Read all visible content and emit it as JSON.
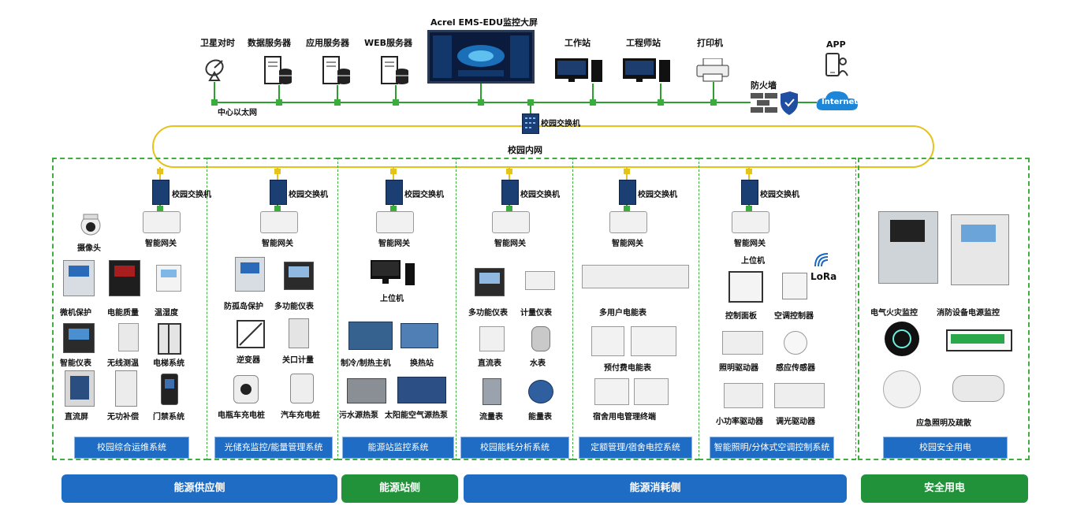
{
  "top": {
    "screen_title": "Acrel EMS-EDU监控大屏",
    "satellite_label": "卫星对时",
    "data_server_label": "数据服务器",
    "app_server_label": "应用服务器",
    "web_server_label": "WEB服务器",
    "workstation_label": "工作站",
    "engineer_station_label": "工程师站",
    "printer_label": "打印机",
    "firewall_label": "防火墙",
    "app_label": "APP",
    "internet_label": "Internet",
    "ethernet_label": "中心以太网",
    "core_switch_label": "校园交换机",
    "intranet_label": "校园内网"
  },
  "columns": [
    {
      "switch_label": "校园交换机",
      "gateway_label": "智能网关",
      "camera_label": "摄像头",
      "items": [
        "微机保护",
        "电能质量",
        "温湿度",
        "智能仪表",
        "无线测温",
        "电梯系统",
        "直流屏",
        "无功补偿",
        "门禁系统"
      ],
      "system_label": "校园综合运维系统"
    },
    {
      "switch_label": "校园交换机",
      "gateway_label": "智能网关",
      "items": [
        "防孤岛保护",
        "多功能仪表",
        "逆变器",
        "关口计量",
        "电瓶车充电桩",
        "汽车充电桩"
      ],
      "system_label": "光储充监控/能量管理系统"
    },
    {
      "switch_label": "校园交换机",
      "gateway_label": "智能网关",
      "items": [
        "上位机",
        "制冷/制热主机",
        "换热站",
        "污水源热泵",
        "太阳能空气源热泵"
      ],
      "system_label": "能源站监控系统"
    },
    {
      "switch_label": "校园交换机",
      "gateway_label": "智能网关",
      "items": [
        "多功能仪表",
        "计量仪表",
        "直流表",
        "水表",
        "流量表",
        "能量表"
      ],
      "system_label": "校园能耗分析系统"
    },
    {
      "switch_label": "校园交换机",
      "gateway_label": "智能网关",
      "items": [
        "多用户电能表",
        "预付费电能表",
        "宿舍用电管理终端"
      ],
      "system_label": "定额管理/宿舍电控系统"
    },
    {
      "switch_label": "校园交换机",
      "gateway_label": "智能网关",
      "upper_label": "上位机",
      "lora_label": "LoRa",
      "items": [
        "控制面板",
        "空调控制器",
        "照明驱动器",
        "感应传感器",
        "小功率驱动器",
        "调光驱动器"
      ],
      "system_label": "智能照明/分体式空调控制系统"
    },
    {
      "items": [
        "电气火灾监控",
        "消防设备电源监控",
        "应急照明及疏散"
      ],
      "system_label": "校园安全用电"
    }
  ],
  "bottom": [
    {
      "label": "能源供应侧",
      "color": "#1f6cc4"
    },
    {
      "label": "能源站侧",
      "color": "#21923a"
    },
    {
      "label": "能源消耗侧",
      "color": "#1f6cc4"
    },
    {
      "label": "安全用电",
      "color": "#21923a"
    }
  ],
  "colors": {
    "ring": "#e6c21c",
    "link": "#2e9e2e",
    "dashed": "#3fae3f",
    "system_bar": "#1f6cc4"
  }
}
